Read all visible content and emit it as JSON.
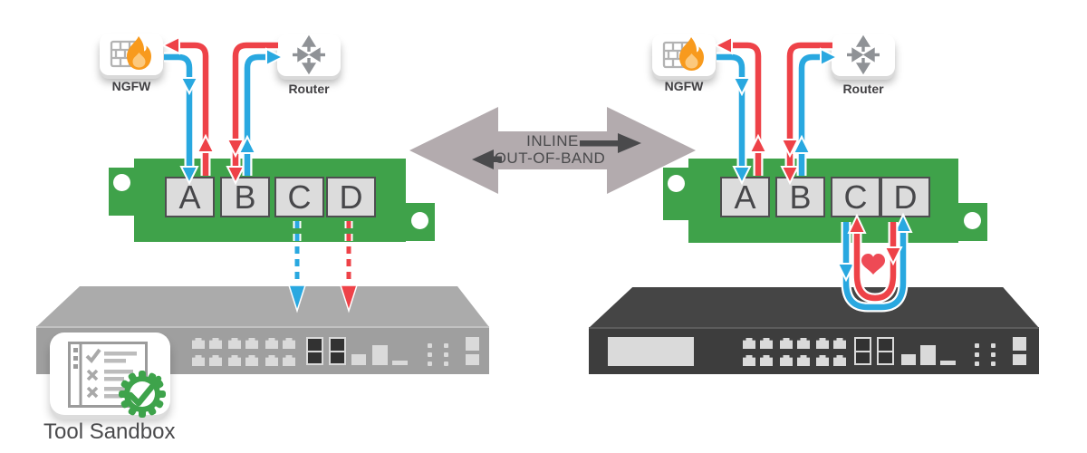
{
  "center_arrow": {
    "line1": "INLINE",
    "line2": "OUT-OF-BAND"
  },
  "left": {
    "ngfw_label": "NGFW",
    "router_label": "Router",
    "ports": [
      "A",
      "B",
      "C",
      "D"
    ],
    "tool_label": "Tool Sandbox"
  },
  "right": {
    "ngfw_label": "NGFW",
    "router_label": "Router",
    "ports": [
      "A",
      "B",
      "C",
      "D"
    ]
  },
  "colors": {
    "pcb_green": "#3fa24a",
    "flow_blue": "#29a8e0",
    "flow_red": "#ee4248",
    "heart_red": "#ee4a55",
    "big_arrow_gray": "#b3abae",
    "dark_arrow": "#4a4a4c",
    "appliance_light": "#9f9f9f",
    "appliance_dark": "#3d3d3d",
    "port_gray": "#dadada",
    "badge_green": "#3ea34b",
    "flame_orange": "#f89a1d",
    "flame_inner": "#fcc97e",
    "icon_gray": "#8f9296",
    "text_dark": "#414043"
  }
}
